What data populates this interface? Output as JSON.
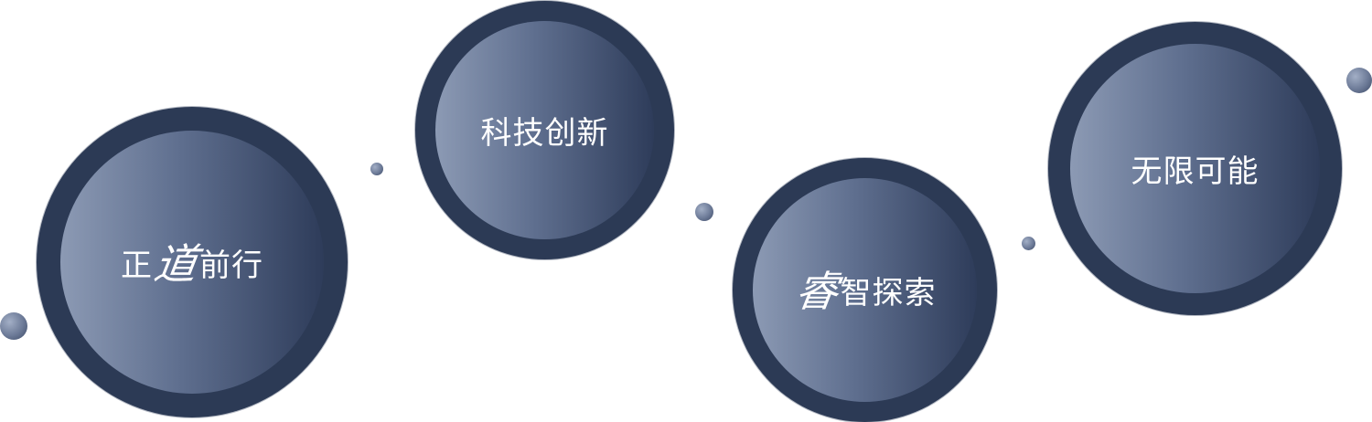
{
  "circles": [
    {
      "pre": "正",
      "calli": "道",
      "post": "前行"
    },
    {
      "pre": "科技创新",
      "calli": "",
      "post": ""
    },
    {
      "pre": "",
      "calli": "睿",
      "post": "智探索"
    },
    {
      "pre": "无限可能",
      "calli": "",
      "post": ""
    }
  ],
  "colors": {
    "ring": "#2c3a55",
    "gradient_light": "#8c9ab4",
    "gradient_dark": "#2e3c5a",
    "text": "#ffffff",
    "background": "#ffffff"
  }
}
